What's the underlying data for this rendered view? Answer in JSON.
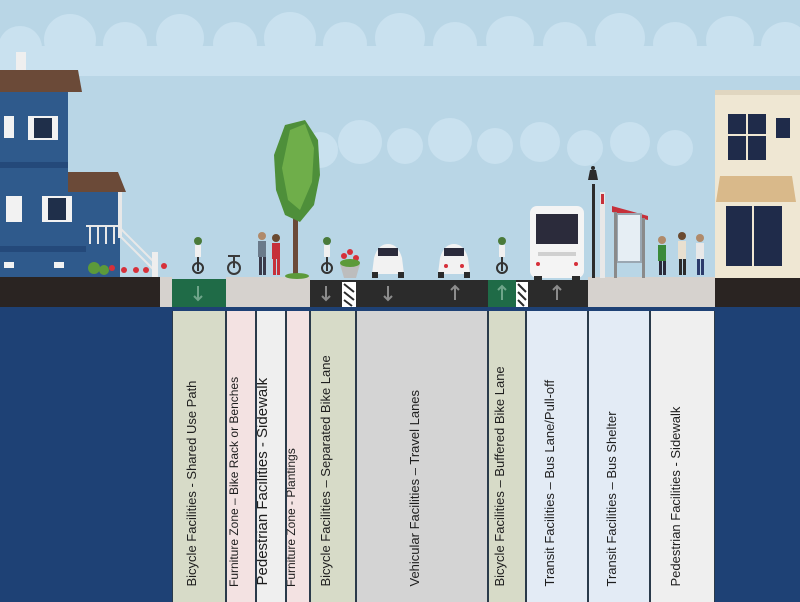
{
  "colors": {
    "sky": "#b9d6e6",
    "cloud": "#c8e0ee",
    "ground_blue": "#1e4175",
    "dark_curb": "#2a2422",
    "road": "#2b2b2b",
    "sidewalk": "#d6d2ce",
    "bike_green": "#1f6b47",
    "house_blue": "#2f5a8c",
    "roof_brown": "#6b4a38",
    "building_cream": "#efe7d3"
  },
  "icons": [
    "house-icon",
    "tree-icon",
    "cyclist-icon",
    "pedestrian-icon",
    "car-icon",
    "bus-icon",
    "bus-shelter-icon",
    "street-lamp-icon",
    "bike-rack-icon",
    "planter-icon",
    "lane-arrow-icon",
    "storefront-icon"
  ],
  "lanes": [
    {
      "name": "lane-shared-use-path",
      "label": "Bicycle Facilities - Shared Use Path",
      "bg": "#d7dbc8",
      "font": 13
    },
    {
      "name": "lane-bike-rack",
      "label": "Furniture Zone – Bike Rack or Benches",
      "bg": "#f3e2e2",
      "font": 12
    },
    {
      "name": "lane-sidewalk-left",
      "label": "Pedestrian Facilities - Sidewalk",
      "bg": "#efefef",
      "font": 15
    },
    {
      "name": "lane-plantings",
      "label": "Furniture Zone - Plantings",
      "bg": "#f3e2e2",
      "font": 12
    },
    {
      "name": "lane-separated-bike",
      "label": "Bicycle Facilities – Separated Bike Lane",
      "bg": "#d7dbc8",
      "font": 13
    },
    {
      "name": "lane-travel",
      "label": "Vehicular Facilities – Travel Lanes",
      "bg": "#d4d4d4",
      "font": 13
    },
    {
      "name": "lane-buffered-bike",
      "label": "Bicycle Facilities – Buffered Bike Lane",
      "bg": "#d7dbc8",
      "font": 13
    },
    {
      "name": "lane-bus-pulloff",
      "label": "Transit Facilities – Bus Lane/Pull-off",
      "bg": "#e3ebf5",
      "font": 13
    },
    {
      "name": "lane-bus-shelter",
      "label": "Transit Facilities – Bus Shelter",
      "bg": "#e3ebf5",
      "font": 13
    },
    {
      "name": "lane-sidewalk-right",
      "label": "Pedestrian Facilities - Sidewalk",
      "bg": "#efefef",
      "font": 13
    }
  ]
}
